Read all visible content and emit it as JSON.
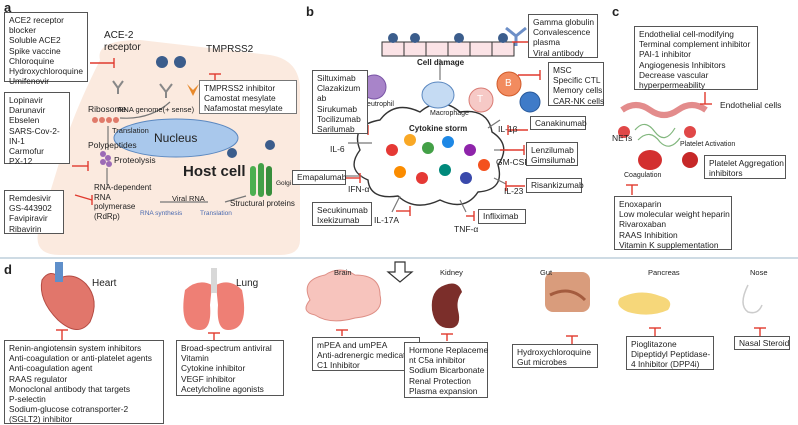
{
  "panels": {
    "a": "a",
    "b": "b",
    "c": "c",
    "d": "d"
  },
  "a": {
    "box_ace2": [
      "ACE2 receptor",
      "blocker",
      "Soluble ACE2",
      "Spike vaccine",
      "Chloroquine",
      "Hydroxychloroquine",
      "Umifenovir"
    ],
    "ace2_receptor": [
      "ACE-2",
      "receptor"
    ],
    "tmprss2": "TMPRSS2",
    "box_tmprss2": [
      "TMPRSS2 inhibitor",
      "Camostat  mesylate",
      "Nafamostat mesylate"
    ],
    "ribosome": "Ribosome",
    "rna_genome": [
      "RNA genome(+ sense)"
    ],
    "translation": "Translation",
    "nucleus": "Nucleus",
    "box_protease": [
      "Lopinavir",
      "Darunavir",
      "Ebselen",
      "SARS-Cov-2-",
      "IN-1",
      "Carmofur",
      "PX-12"
    ],
    "polypeptides": "Polypeptides",
    "proteolysis": "Proteolysis",
    "host_cell": "Host cell",
    "rdrp": [
      "RNA-dependent",
      "RNA",
      "polymerase",
      "(RdRp)"
    ],
    "box_rdrp": [
      "Remdesivir",
      "GS-443902",
      "Favipiravir",
      "Ribavirin"
    ],
    "viral_rna": "Viral RNA",
    "rna_synthesis": "RNA synthesis",
    "translation2": "Translation",
    "structural": "Structural proteins",
    "golgi": "Golgi"
  },
  "b": {
    "box_gamma": [
      "Gamma globulin",
      "Convalescence",
      "plasma",
      "Viral antibody"
    ],
    "cell_damage": "Cell damage",
    "box_msc": [
      "MSC",
      "Specific CTL",
      "Memory cells",
      "CAR-NK cells"
    ],
    "neutrophil": "Neutrophil",
    "macrophage": "Macrophage",
    "t_label": "T",
    "b_label": "B",
    "box_il6": [
      "Siltuximab",
      "Clazakizum",
      "ab",
      "Sirukumab",
      "Tocilizumab",
      "Sarilumab"
    ],
    "cytokine_storm": "Cytokine storm",
    "il1b": "IL-1β",
    "canakinumab": "Canakinumab",
    "il6": "IL-6",
    "gmcsf": "GM-CSF",
    "box_gmcsf": [
      "Lenzilumab",
      "Gimsilumab"
    ],
    "emapalumab": "Emapalumab",
    "ifna": "IFN-α",
    "il23": "IL-23",
    "risankizumab": "Risankizumab",
    "box_il17": [
      "Secukinumab",
      "Ixekizumab"
    ],
    "il17a": "IL-17A",
    "tnfa": "TNF-α",
    "infliximab": "Infliximab"
  },
  "c": {
    "box_endo": [
      "Endothelial cell-modifying",
      "Terminal complement inhibitor",
      "PAI-1 inhibitor",
      "Angiogenesis Inhibitors",
      "Decrease vascular",
      "hyperpermeability"
    ],
    "endothelial": "Endothelial cells",
    "nets": "NETs",
    "platelet_activation": "Platelet Activation",
    "coagulation": "Coagulation",
    "box_platelet": [
      "Platelet Aggregation",
      "inhibitors"
    ],
    "box_anticoag": [
      "Enoxaparin",
      "Low molecular weight heparin",
      "Rivaroxaban",
      "RAAS Inhibition",
      "Vitamin K supplementation"
    ]
  },
  "d": {
    "heart": "Heart",
    "lung": "Lung",
    "brain": "Brain",
    "kidney": "Kidney",
    "gut": "Gut",
    "pancreas": "Pancreas",
    "nose": "Nose",
    "box_heart": [
      "Renin-angiotensin system inhibitors",
      "Anti-coagulation or anti-platelet agents",
      "Anti-coagulation agent",
      "RAAS regulator",
      "Monoclonal antibody that targets",
      "P-selectin",
      "Sodium-glucose cotransporter-2",
      "(SGLT2) inhibitor"
    ],
    "box_lung": [
      "Broad-spectrum antiviral",
      "Vitamin",
      "Cytokine inhibitor",
      "VEGF inhibitor",
      "Acetylcholine agonists"
    ],
    "box_brain": [
      "mPEA and umPEA",
      "Anti-adrenergic medications",
      "C1 Inhibitor"
    ],
    "box_kidney": [
      "Hormone Replaceme",
      "nt C5a inhibitor",
      "Sodium Bicarbonate",
      "Renal Protection",
      "Plasma expansion"
    ],
    "box_gut": [
      "Hydroxychloroquine",
      "Gut microbes"
    ],
    "box_pancreas": [
      "Pioglitazone",
      "Dipeptidyl Peptidase-",
      "4 Inhibitor (DPP4i)"
    ],
    "box_nose": [
      "Nasal Steroid"
    ]
  },
  "colors": {
    "inhibit": "#e03a2e",
    "nucleus": "#a9c8ec",
    "cell_bg": "#fbeadf",
    "cloud": "#ffffff",
    "arrow": "#777777"
  }
}
